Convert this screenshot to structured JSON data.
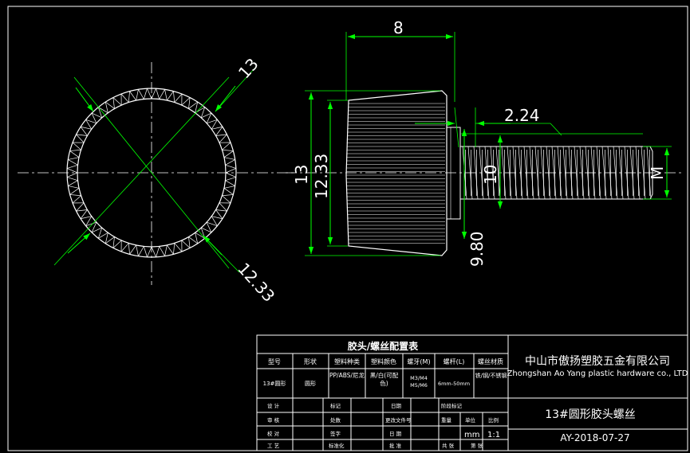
{
  "colors": {
    "background": "#000000",
    "outline": "#ffffff",
    "dimension": "#00ff00"
  },
  "dimensions": {
    "front_outer_diameter": "13",
    "front_inner_diameter": "12.33",
    "head_length": "8",
    "head_height": "13",
    "head_inner_height": "12.33",
    "shoulder_length": "2.24",
    "thread_length": "10",
    "shoulder_diameter": "9.80",
    "thread_size": "M"
  },
  "table": {
    "title": "胶头/螺丝配置表",
    "headers": [
      "型号",
      "形状",
      "塑料种类",
      "塑料颜色",
      "螺牙(M)",
      "螺杆(L)",
      "螺丝材质"
    ],
    "row": [
      "13#圆形",
      "圆形",
      "PP/ABS/尼龙",
      "黑/白(可配色)",
      "M3/M4 M5/M6",
      "6mm-50mm",
      "铁/钢/不锈钢"
    ]
  },
  "title_block": {
    "company_cn": "中山市傲扬塑胶五金有限公司",
    "company_en": "Zhongshan Ao Yang plastic hardware co., LTD",
    "part_name": "13#圆形胶头螺丝",
    "drawing_no": "AY-2018-07-27",
    "unit": "mm",
    "scale": "1:1",
    "labels": {
      "r1a": "设 计",
      "r1b": "标记",
      "r1c": "日期",
      "r1d": "阶段标记",
      "r2a": "审 核",
      "r2b": "处数",
      "r2c": "更改文件号",
      "r2d": "重量",
      "r2e": "单位",
      "r2f": "比例",
      "r3a": "校 对",
      "r3b": "签字",
      "r3c": "日 期",
      "r4a": "工 艺",
      "r4b": "标准化",
      "r4c": "批 准",
      "r4d": "共 张",
      "r4e": "第 张"
    }
  }
}
